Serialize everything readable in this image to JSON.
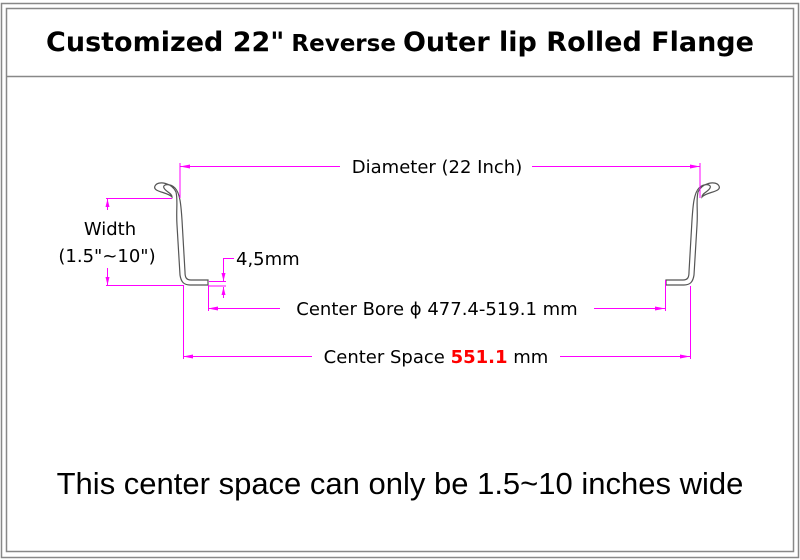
{
  "title": {
    "part1": "Customized 22\"",
    "part2": "Reverse",
    "part3": "Outer lip Rolled Flange"
  },
  "dimensions": {
    "diameter": "Diameter (22 Inch)",
    "width_label": "Width",
    "width_range": "(1.5\"~10\")",
    "lip": "4,5mm",
    "center_bore": "Center Bore ϕ 477.4-519.1 mm",
    "center_space_prefix": "Center Space",
    "center_space_value": "551.1",
    "center_space_unit": "mm"
  },
  "note": "This center space can only be 1.5~10 inches wide",
  "colors": {
    "dimension": "#ff00ff",
    "highlight": "#ff0000"
  }
}
